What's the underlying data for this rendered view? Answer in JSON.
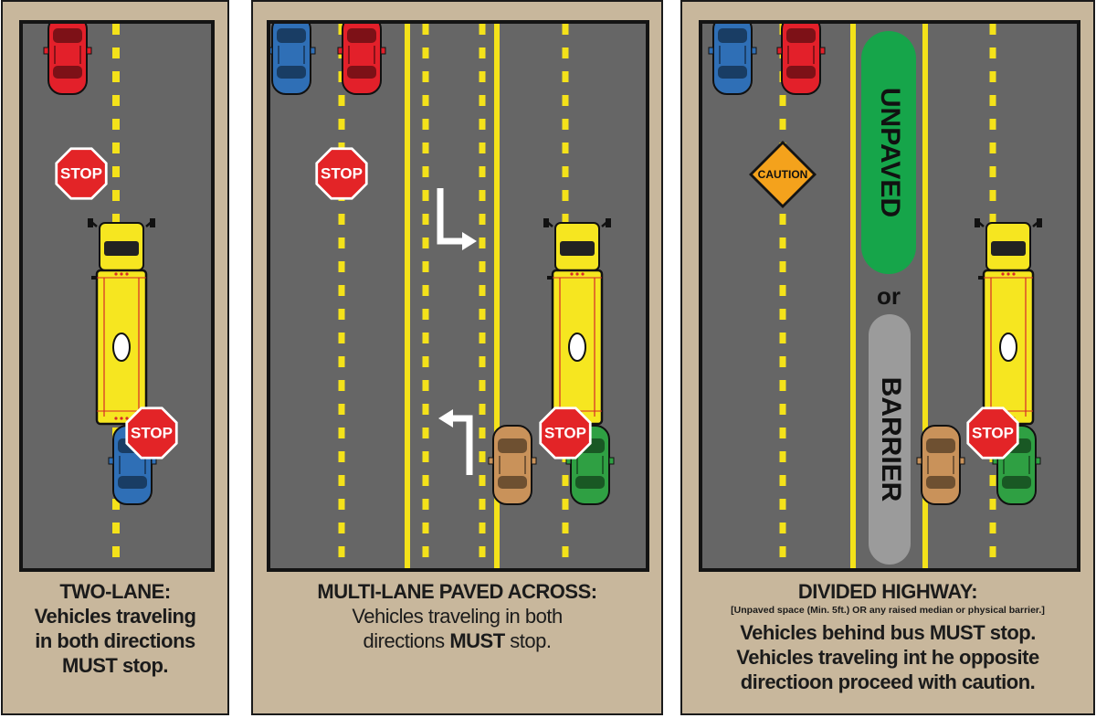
{
  "signs": {
    "stop": "STOP",
    "caution": "CAUTION"
  },
  "median": {
    "unpaved": "UNPAVED",
    "or": "or",
    "barrier": "BARRIER"
  },
  "panels": {
    "two_lane": {
      "title": "TWO-LANE:",
      "line1": "Vehicles traveling",
      "line2": "in both directions",
      "line3_em": "MUST",
      "line3_rest": " stop."
    },
    "multi_lane": {
      "title": "MULTI-LANE PAVED ACROSS:",
      "line1": "Vehicles traveling in both",
      "line2_start": "directions ",
      "line2_em": "MUST",
      "line2_rest": " stop."
    },
    "divided": {
      "title": "DIVIDED HIGHWAY:",
      "note": "[Unpaved space (Min. 5ft.) OR any raised median or physical barrier.]",
      "line1_start": "Vehicles behind bus ",
      "line1_em": "MUST",
      "line1_rest": " stop.",
      "line2": "Vehicles traveling int he opposite",
      "line3": "directioon proceed with caution."
    }
  },
  "colors": {
    "road": "#666666",
    "lane_yellow": "#f4e21a",
    "panel_tan": "#c8b79c",
    "stop_red": "#e32427",
    "median_green": "#16a54a",
    "barrier_gray": "#9b9b9b",
    "bus_yellow": "#f6e620",
    "car_red": "#e3202a",
    "car_blue": "#2f6fb6",
    "car_tan": "#c9925a",
    "car_green": "#2fa043"
  }
}
